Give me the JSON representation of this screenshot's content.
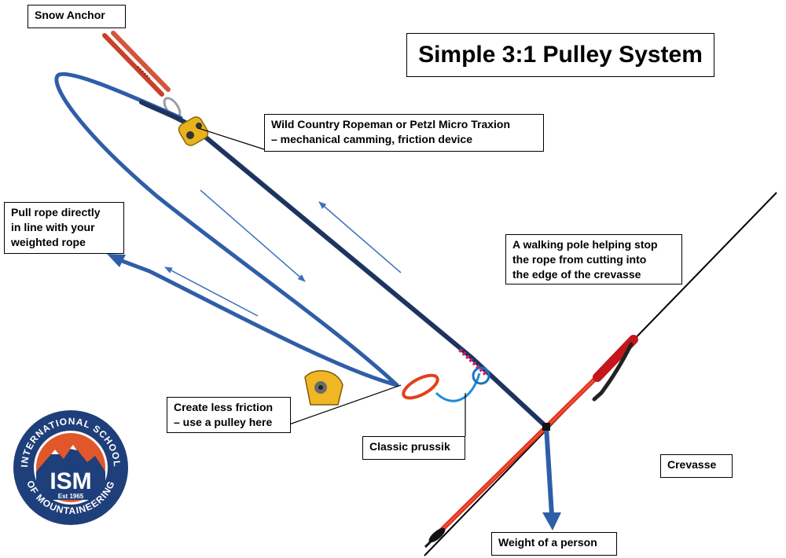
{
  "title": "Simple 3:1 Pulley System",
  "labels": {
    "snow_anchor": "Snow Anchor",
    "ropeman_line1": "Wild Country Ropeman or Petzl Micro Traxion",
    "ropeman_line2": "– mechanical camming, friction device",
    "pull_line1": "Pull rope directly",
    "pull_line2": "in line with your",
    "pull_line3": "weighted rope",
    "pole_line1": "A walking pole helping stop",
    "pole_line2": "the rope from cutting into",
    "pole_line3": "the edge of the crevasse",
    "pulley_line1": "Create less friction",
    "pulley_line2": "– use a pulley here",
    "prussik": "Classic prussik",
    "crevasse": "Crevasse",
    "weight": "Weight of a person"
  },
  "logo": {
    "top_text": "INTERNATIONAL SCHOOL",
    "bottom_text": "OF MOUNTAINEERING",
    "initials": "ISM",
    "est": "Est 1965"
  },
  "colors": {
    "rope_dark": "#1d3461",
    "rope_blue": "#2f5ea8",
    "arrow_blue": "#3b6fc0",
    "sling_red": "#c8402a",
    "pole_red": "#e0321e",
    "pulley_gold": "#e8b21c",
    "logo_navy": "#1f3f7a",
    "logo_orange": "#e2572a"
  }
}
